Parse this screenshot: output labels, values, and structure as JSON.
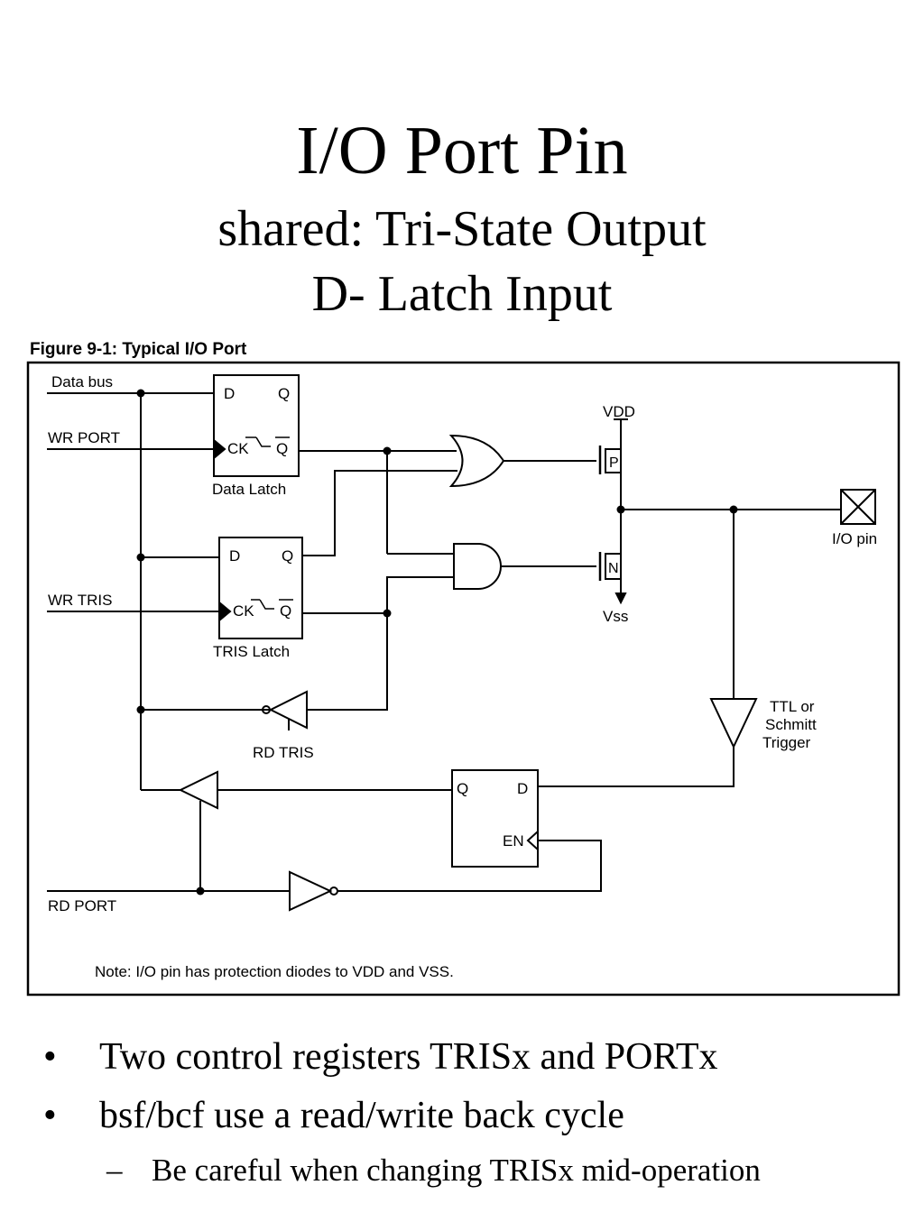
{
  "slide": {
    "title": "I/O Port Pin",
    "subtitle_line1": "shared: Tri-State Output",
    "subtitle_line2": "D- Latch Input"
  },
  "figure": {
    "caption": "Figure 9-1:   Typical I/O Port",
    "labels": {
      "data_bus": "Data bus",
      "wr_port": "WR PORT",
      "wr_tris": "WR TRIS",
      "rd_port": "RD PORT",
      "rd_tris": "RD TRIS",
      "d": "D",
      "q": "Q",
      "ck": "CK",
      "en": "EN",
      "data_latch": "Data Latch",
      "tris_latch": "TRIS Latch",
      "p": "P",
      "n": "N",
      "vdd": "VDD",
      "vss": "Vss",
      "io_pin": "I/O pin",
      "ttl_line1": "TTL or",
      "ttl_line2": "Schmitt",
      "ttl_line3": "Trigger",
      "note": "Note: I/O pin has protection diodes to VDD and VSS."
    }
  },
  "bullets": [
    {
      "marker": "•",
      "text": "Two control registers TRISx and PORTx"
    },
    {
      "marker": "•",
      "text": "bsf/bcf use a read/write back cycle"
    }
  ],
  "sub_bullets": [
    {
      "marker": "–",
      "text": "Be careful when changing TRISx mid-operation"
    }
  ]
}
